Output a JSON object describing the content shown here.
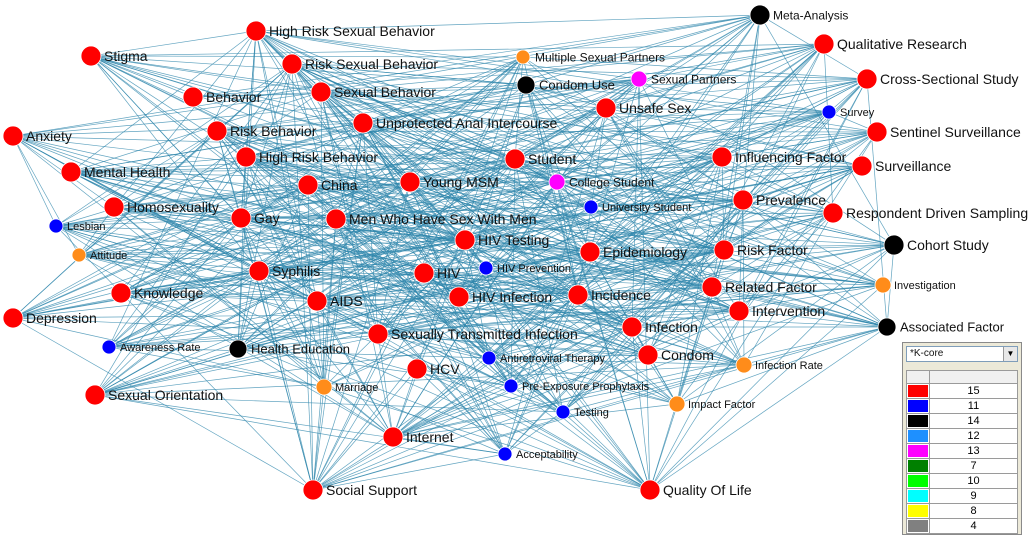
{
  "colors": {
    "edge": "#2e86ab",
    "k15": "#ff0000",
    "k11": "#0000ff",
    "k14": "#000000",
    "k12": "#ff8c1a",
    "k13": "#ff00ff"
  },
  "nodes": [
    {
      "label": "High Risk Sexual Behavior",
      "color": "#ff0000"
    },
    {
      "label": "Meta-Analysis",
      "color": "#000000"
    },
    {
      "label": "Qualitative Research",
      "color": "#ff0000"
    },
    {
      "label": "Stigma",
      "color": "#ff0000"
    },
    {
      "label": "Multiple Sexual Partners",
      "color": "#ff8c1a"
    },
    {
      "label": "Risk Sexual Behavior",
      "color": "#ff0000"
    },
    {
      "label": "Sexual Partners",
      "color": "#ff00ff"
    },
    {
      "label": "Condom Use",
      "color": "#000000"
    },
    {
      "label": "Cross-Sectional Study",
      "color": "#ff0000"
    },
    {
      "label": "Sexual Behavior",
      "color": "#ff0000"
    },
    {
      "label": "Behavior",
      "color": "#ff0000"
    },
    {
      "label": "Unsafe Sex",
      "color": "#ff0000"
    },
    {
      "label": "Survey",
      "color": "#0000ff"
    },
    {
      "label": "Unprotected Anal Intercourse",
      "color": "#ff0000"
    },
    {
      "label": "Risk Behavior",
      "color": "#ff0000"
    },
    {
      "label": "Sentinel Surveillance",
      "color": "#ff0000"
    },
    {
      "label": "Anxiety",
      "color": "#ff0000"
    },
    {
      "label": "High Risk Behavior",
      "color": "#ff0000"
    },
    {
      "label": "Student",
      "color": "#ff0000"
    },
    {
      "label": "Influencing Factor",
      "color": "#ff0000"
    },
    {
      "label": "Mental Health",
      "color": "#ff0000"
    },
    {
      "label": "Surveillance",
      "color": "#ff0000"
    },
    {
      "label": "China",
      "color": "#ff0000"
    },
    {
      "label": "Young MSM",
      "color": "#ff0000"
    },
    {
      "label": "College Student",
      "color": "#ff00ff"
    },
    {
      "label": "Prevalence",
      "color": "#ff0000"
    },
    {
      "label": "Homosexuality",
      "color": "#ff0000"
    },
    {
      "label": "University Student",
      "color": "#0000ff"
    },
    {
      "label": "Respondent Driven Sampling",
      "color": "#ff0000"
    },
    {
      "label": "Gay",
      "color": "#ff0000"
    },
    {
      "label": "Men Who Have Sex With Men",
      "color": "#ff0000"
    },
    {
      "label": "Lesbian",
      "color": "#0000ff"
    },
    {
      "label": "HIV Testing",
      "color": "#ff0000"
    },
    {
      "label": "Cohort Study",
      "color": "#000000"
    },
    {
      "label": "Epidemiology",
      "color": "#ff0000"
    },
    {
      "label": "Risk Factor",
      "color": "#ff0000"
    },
    {
      "label": "Attitude",
      "color": "#ff8c1a"
    },
    {
      "label": "HIV Prevention",
      "color": "#0000ff"
    },
    {
      "label": "Syphilis",
      "color": "#ff0000"
    },
    {
      "label": "HIV",
      "color": "#ff0000"
    },
    {
      "label": "Investigation",
      "color": "#ff8c1a"
    },
    {
      "label": "Related Factor",
      "color": "#ff0000"
    },
    {
      "label": "Knowledge",
      "color": "#ff0000"
    },
    {
      "label": "AIDS",
      "color": "#ff0000"
    },
    {
      "label": "HIV Infection",
      "color": "#ff0000"
    },
    {
      "label": "Incidence",
      "color": "#ff0000"
    },
    {
      "label": "Intervention",
      "color": "#ff0000"
    },
    {
      "label": "Depression",
      "color": "#ff0000"
    },
    {
      "label": "Associated Factor",
      "color": "#000000"
    },
    {
      "label": "Infection",
      "color": "#ff0000"
    },
    {
      "label": "Sexually Transmitted Infection",
      "color": "#ff0000"
    },
    {
      "label": "Awareness Rate",
      "color": "#0000ff"
    },
    {
      "label": "Health Education",
      "color": "#000000"
    },
    {
      "label": "Condom",
      "color": "#ff0000"
    },
    {
      "label": "Antiretroviral Therapy",
      "color": "#0000ff"
    },
    {
      "label": "Infection Rate",
      "color": "#ff8c1a"
    },
    {
      "label": "HCV",
      "color": "#ff0000"
    },
    {
      "label": "Marriage",
      "color": "#ff8c1a"
    },
    {
      "label": "Pre-Exposure Prophylaxis",
      "color": "#0000ff"
    },
    {
      "label": "Sexual Orientation",
      "color": "#ff0000"
    },
    {
      "label": "Impact Factor",
      "color": "#ff8c1a"
    },
    {
      "label": "Testing",
      "color": "#0000ff"
    },
    {
      "label": "Internet",
      "color": "#ff0000"
    },
    {
      "label": "Acceptability",
      "color": "#0000ff"
    },
    {
      "label": "Social Support",
      "color": "#ff0000"
    },
    {
      "label": "Quality Of Life",
      "color": "#ff0000"
    }
  ],
  "legend": {
    "selector_label": "*K-core",
    "rows": [
      {
        "value": "15",
        "color": "#ff0000"
      },
      {
        "value": "11",
        "color": "#0000ff"
      },
      {
        "value": "14",
        "color": "#000000"
      },
      {
        "value": "12",
        "color": "#1e90ff"
      },
      {
        "value": "13",
        "color": "#ff00ff"
      },
      {
        "value": "7",
        "color": "#008000"
      },
      {
        "value": "10",
        "color": "#00ff00"
      },
      {
        "value": "9",
        "color": "#00ffff"
      },
      {
        "value": "8",
        "color": "#ffff00"
      },
      {
        "value": "4",
        "color": "#808080"
      }
    ]
  }
}
